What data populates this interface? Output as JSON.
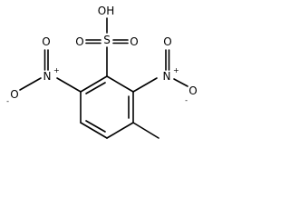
{
  "molecule": {
    "atoms": {
      "sulfur": "S",
      "sulfonic_oh": "OH",
      "sulfonyl_o_left": "O",
      "sulfonyl_o_right": "O",
      "nitro_left_n": "N",
      "nitro_left_n_charge": "+",
      "nitro_left_o_top": "O",
      "nitro_left_o_minus": "O",
      "nitro_left_o_charge": "-",
      "nitro_right_n": "N",
      "nitro_right_n_charge": "+",
      "nitro_right_o_top": "O",
      "nitro_right_o_minus": "O",
      "nitro_right_o_charge": "-"
    }
  }
}
